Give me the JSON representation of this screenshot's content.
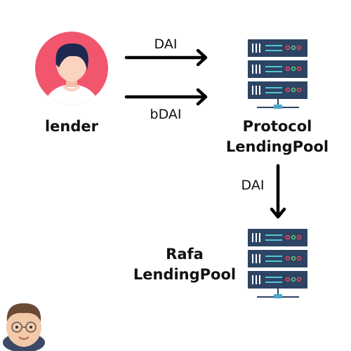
{
  "lender": {
    "label": "lender"
  },
  "protocol": {
    "label_line1": "Protocol",
    "label_line2": "LendingPool"
  },
  "rafa": {
    "label_line1": "Rafa",
    "label_line2": "LendingPool"
  },
  "arrows": {
    "deposit_label": "DAI",
    "receipt_label": "bDAI",
    "forward_label": "DAI"
  },
  "colors": {
    "avatar_bg": "#f2566f",
    "hair": "#1f2850",
    "skin": "#fbd4c1",
    "server": "#2d4464",
    "server_line": "#53c6d6",
    "led_red": "#f0475e",
    "led_green": "#5dd27a",
    "stand": "#4aa9c7"
  }
}
